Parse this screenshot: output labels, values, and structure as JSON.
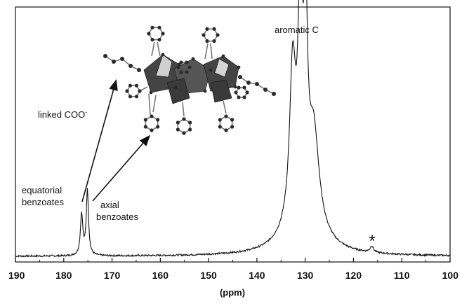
{
  "chart_data": {
    "type": "line",
    "title": "",
    "xlabel": "(ppm)",
    "ylabel": "",
    "xlim": [
      190,
      100
    ],
    "x_reversed": true,
    "ylim": [
      0,
      1
    ],
    "y_ticks_shown": false,
    "grid": false,
    "legend": "none",
    "x_ticks": [
      190,
      180,
      170,
      160,
      150,
      140,
      130,
      120,
      110,
      100
    ],
    "x_tick_labels": [
      "190",
      "180",
      "170",
      "160",
      "150",
      "140",
      "130",
      "120",
      "110",
      "100"
    ],
    "line_color": "#111111",
    "series": [
      {
        "baseline": 0.02,
        "noise": 0.004,
        "peaks": [
          {
            "center": 176.3,
            "height": 0.19,
            "width": 0.3
          },
          {
            "center": 175.1,
            "height": 0.3,
            "width": 0.28
          },
          {
            "center": 132.6,
            "height": 0.68,
            "width": 0.75
          },
          {
            "center": 131.0,
            "height": 0.96,
            "width": 0.55
          },
          {
            "center": 129.9,
            "height": 0.8,
            "width": 0.45
          },
          {
            "center": 128.2,
            "height": 0.42,
            "width": 1.3
          },
          {
            "center": 130.6,
            "height": 0.2,
            "width": 3.6
          },
          {
            "center": 116.2,
            "height": 0.03,
            "width": 0.4
          }
        ]
      }
    ],
    "annotations": {
      "aromatic": "aromatic C",
      "linked_prefix": "linked COO",
      "linked_superscript": "-",
      "equatorial_line1": "equatorial",
      "equatorial_line2": "benzoates",
      "axial_line1": "axial",
      "axial_line2": "benzoates",
      "asterisk": "*"
    },
    "inset": {
      "kind": "molecular-structure-illustration",
      "polyhedron_color": "#444444",
      "atom_color": "#2a2a2a",
      "bond_color": "#777777"
    }
  }
}
